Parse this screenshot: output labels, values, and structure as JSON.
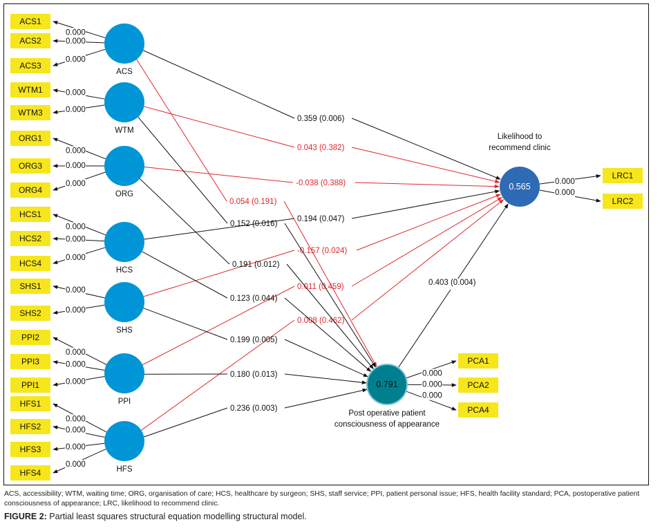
{
  "figure": {
    "caption_label": "FIGURE 2:",
    "caption_text": " Partial least squares structural equation modelling structural model.",
    "notes_line1": "ACS, accessibility; WTM, waiting time; ORG, organisation of care; HCS, healthcare by surgeon; SHS, staff service; PPI, patient personal issue; HFS, health facility standard; PCA, postoperative patient",
    "notes_line2": "consciousness of appearance; LRC, likelihood to recommend clinic."
  },
  "colors": {
    "exogenous_fill": "#0095d6",
    "lrc_fill": "#2f6bb5",
    "pca_fill": "#00808f",
    "pca_stroke": "#7fc4d8",
    "indicator_fill": "#f7e61c",
    "significant_path": "#111111",
    "nonsignificant_path": "#e0262b"
  },
  "latent_variables": [
    {
      "id": "ACS",
      "label": "ACS",
      "indicators": [
        {
          "name": "ACS1",
          "loading": "0.000"
        },
        {
          "name": "ACS2",
          "loading": "0.000"
        },
        {
          "name": "ACS3",
          "loading": "0.000"
        }
      ]
    },
    {
      "id": "WTM",
      "label": "WTM",
      "indicators": [
        {
          "name": "WTM1",
          "loading": "0.000"
        },
        {
          "name": "WTM3",
          "loading": "0.000"
        }
      ]
    },
    {
      "id": "ORG",
      "label": "ORG",
      "indicators": [
        {
          "name": "ORG1",
          "loading": "0.000"
        },
        {
          "name": "ORG3",
          "loading": "0.000"
        },
        {
          "name": "ORG4",
          "loading": "0.000"
        }
      ]
    },
    {
      "id": "HCS",
      "label": "HCS",
      "indicators": [
        {
          "name": "HCS1",
          "loading": "0.000"
        },
        {
          "name": "HCS2",
          "loading": "0.000"
        },
        {
          "name": "HCS4",
          "loading": "0.000"
        }
      ]
    },
    {
      "id": "SHS",
      "label": "SHS",
      "indicators": [
        {
          "name": "SHS1",
          "loading": "0.000"
        },
        {
          "name": "SHS2",
          "loading": "0.000"
        }
      ]
    },
    {
      "id": "PPI",
      "label": "PPI",
      "indicators": [
        {
          "name": "PPI2",
          "loading": "0.000"
        },
        {
          "name": "PPI3",
          "loading": "0.000"
        },
        {
          "name": "PPI1",
          "loading": "0.000"
        }
      ]
    },
    {
      "id": "HFS",
      "label": "HFS",
      "indicators": [
        {
          "name": "HFS1",
          "loading": "0.000"
        },
        {
          "name": "HFS2",
          "loading": "0.000"
        },
        {
          "name": "HFS3",
          "loading": "0.000"
        },
        {
          "name": "HFS4",
          "loading": "0.000"
        }
      ]
    }
  ],
  "endogenous": [
    {
      "id": "LRC",
      "label_lines": [
        "Likelihood to",
        "recommend clinic"
      ],
      "r2": "0.565",
      "indicators": [
        {
          "name": "LRC1",
          "loading": "0.000"
        },
        {
          "name": "LRC2",
          "loading": "0.000"
        }
      ]
    },
    {
      "id": "PCA",
      "label_lines": [
        "Post operative patient",
        "consciousness of appearance"
      ],
      "r2": "0.791",
      "indicators": [
        {
          "name": "PCA1",
          "loading": "0.000"
        },
        {
          "name": "PCA2",
          "loading": "0.000"
        },
        {
          "name": "PCA4",
          "loading": "0.000"
        }
      ]
    }
  ],
  "paths": [
    {
      "from": "ACS",
      "to": "LRC",
      "label": "0.359 (0.006)",
      "significant": true
    },
    {
      "from": "WTM",
      "to": "LRC",
      "label": "0.043 (0.382)",
      "significant": false
    },
    {
      "from": "ORG",
      "to": "LRC",
      "label": "-0.038 (0.388)",
      "significant": false
    },
    {
      "from": "HCS",
      "to": "LRC",
      "label": "0.194 (0.047)",
      "significant": true
    },
    {
      "from": "SHS",
      "to": "LRC",
      "label": "-0.157 (0.024)",
      "significant": false
    },
    {
      "from": "PPI",
      "to": "LRC",
      "label": "0.011 (0.459)",
      "significant": false
    },
    {
      "from": "HFS",
      "to": "LRC",
      "label": "0.008 (0.462)",
      "significant": false
    },
    {
      "from": "ACS",
      "to": "PCA",
      "label": "0.054 (0.191)",
      "significant": false
    },
    {
      "from": "WTM",
      "to": "PCA",
      "label": "0.152 (0.016)",
      "significant": true
    },
    {
      "from": "ORG",
      "to": "PCA",
      "label": "0.191 (0.012)",
      "significant": true
    },
    {
      "from": "HCS",
      "to": "PCA",
      "label": "0.123 (0.044)",
      "significant": true
    },
    {
      "from": "SHS",
      "to": "PCA",
      "label": "0.199 (0.005)",
      "significant": true
    },
    {
      "from": "PPI",
      "to": "PCA",
      "label": "0.180 (0.013)",
      "significant": true
    },
    {
      "from": "HFS",
      "to": "PCA",
      "label": "0.236 (0.003)",
      "significant": true
    },
    {
      "from": "PCA",
      "to": "LRC",
      "label": "0.403 (0.004)",
      "significant": true
    }
  ]
}
